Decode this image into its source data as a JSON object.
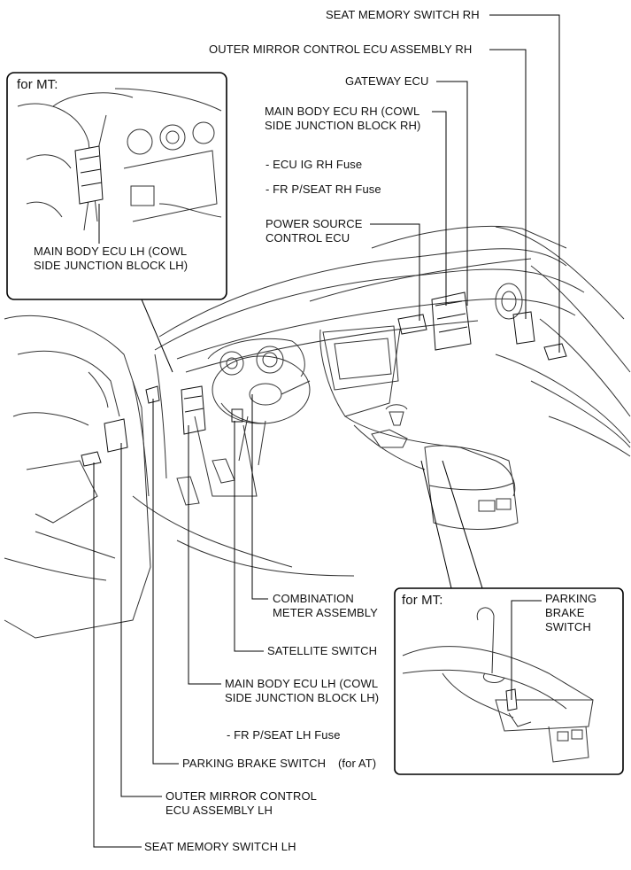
{
  "diagram": {
    "labels": {
      "seat_memory_switch_rh": "SEAT MEMORY SWITCH RH",
      "outer_mirror_ecu_rh": "OUTER MIRROR CONTROL ECU ASSEMBLY RH",
      "gateway_ecu": "GATEWAY ECU",
      "main_body_ecu_rh": "MAIN BODY ECU RH (COWL\nSIDE JUNCTION BLOCK RH)",
      "ecu_ig_rh_fuse": "- ECU IG RH Fuse",
      "fr_pseat_rh_fuse": "- FR P/SEAT RH Fuse",
      "power_source_ecu": "POWER SOURCE\nCONTROL ECU",
      "inset_mt_top_tag": "for MT:",
      "main_body_ecu_lh_inset": "MAIN BODY ECU LH (COWL\nSIDE JUNCTION BLOCK LH)",
      "combination_meter": "COMBINATION\nMETER ASSEMBLY",
      "satellite_switch": "SATELLITE SWITCH",
      "main_body_ecu_lh": "MAIN BODY ECU LH (COWL\nSIDE JUNCTION BLOCK LH)",
      "fr_pseat_lh_fuse": "- FR P/SEAT LH Fuse",
      "parking_brake_switch": "PARKING BRAKE SWITCH",
      "for_at": "(for AT)",
      "outer_mirror_ecu_lh": "OUTER MIRROR CONTROL\nECU ASSEMBLY LH",
      "seat_memory_switch_lh": "SEAT MEMORY SWITCH LH",
      "inset_mt_bottom_tag": "for MT:",
      "parking_brake_switch_mt": "PARKING\nBRAKE\nSWITCH"
    }
  }
}
